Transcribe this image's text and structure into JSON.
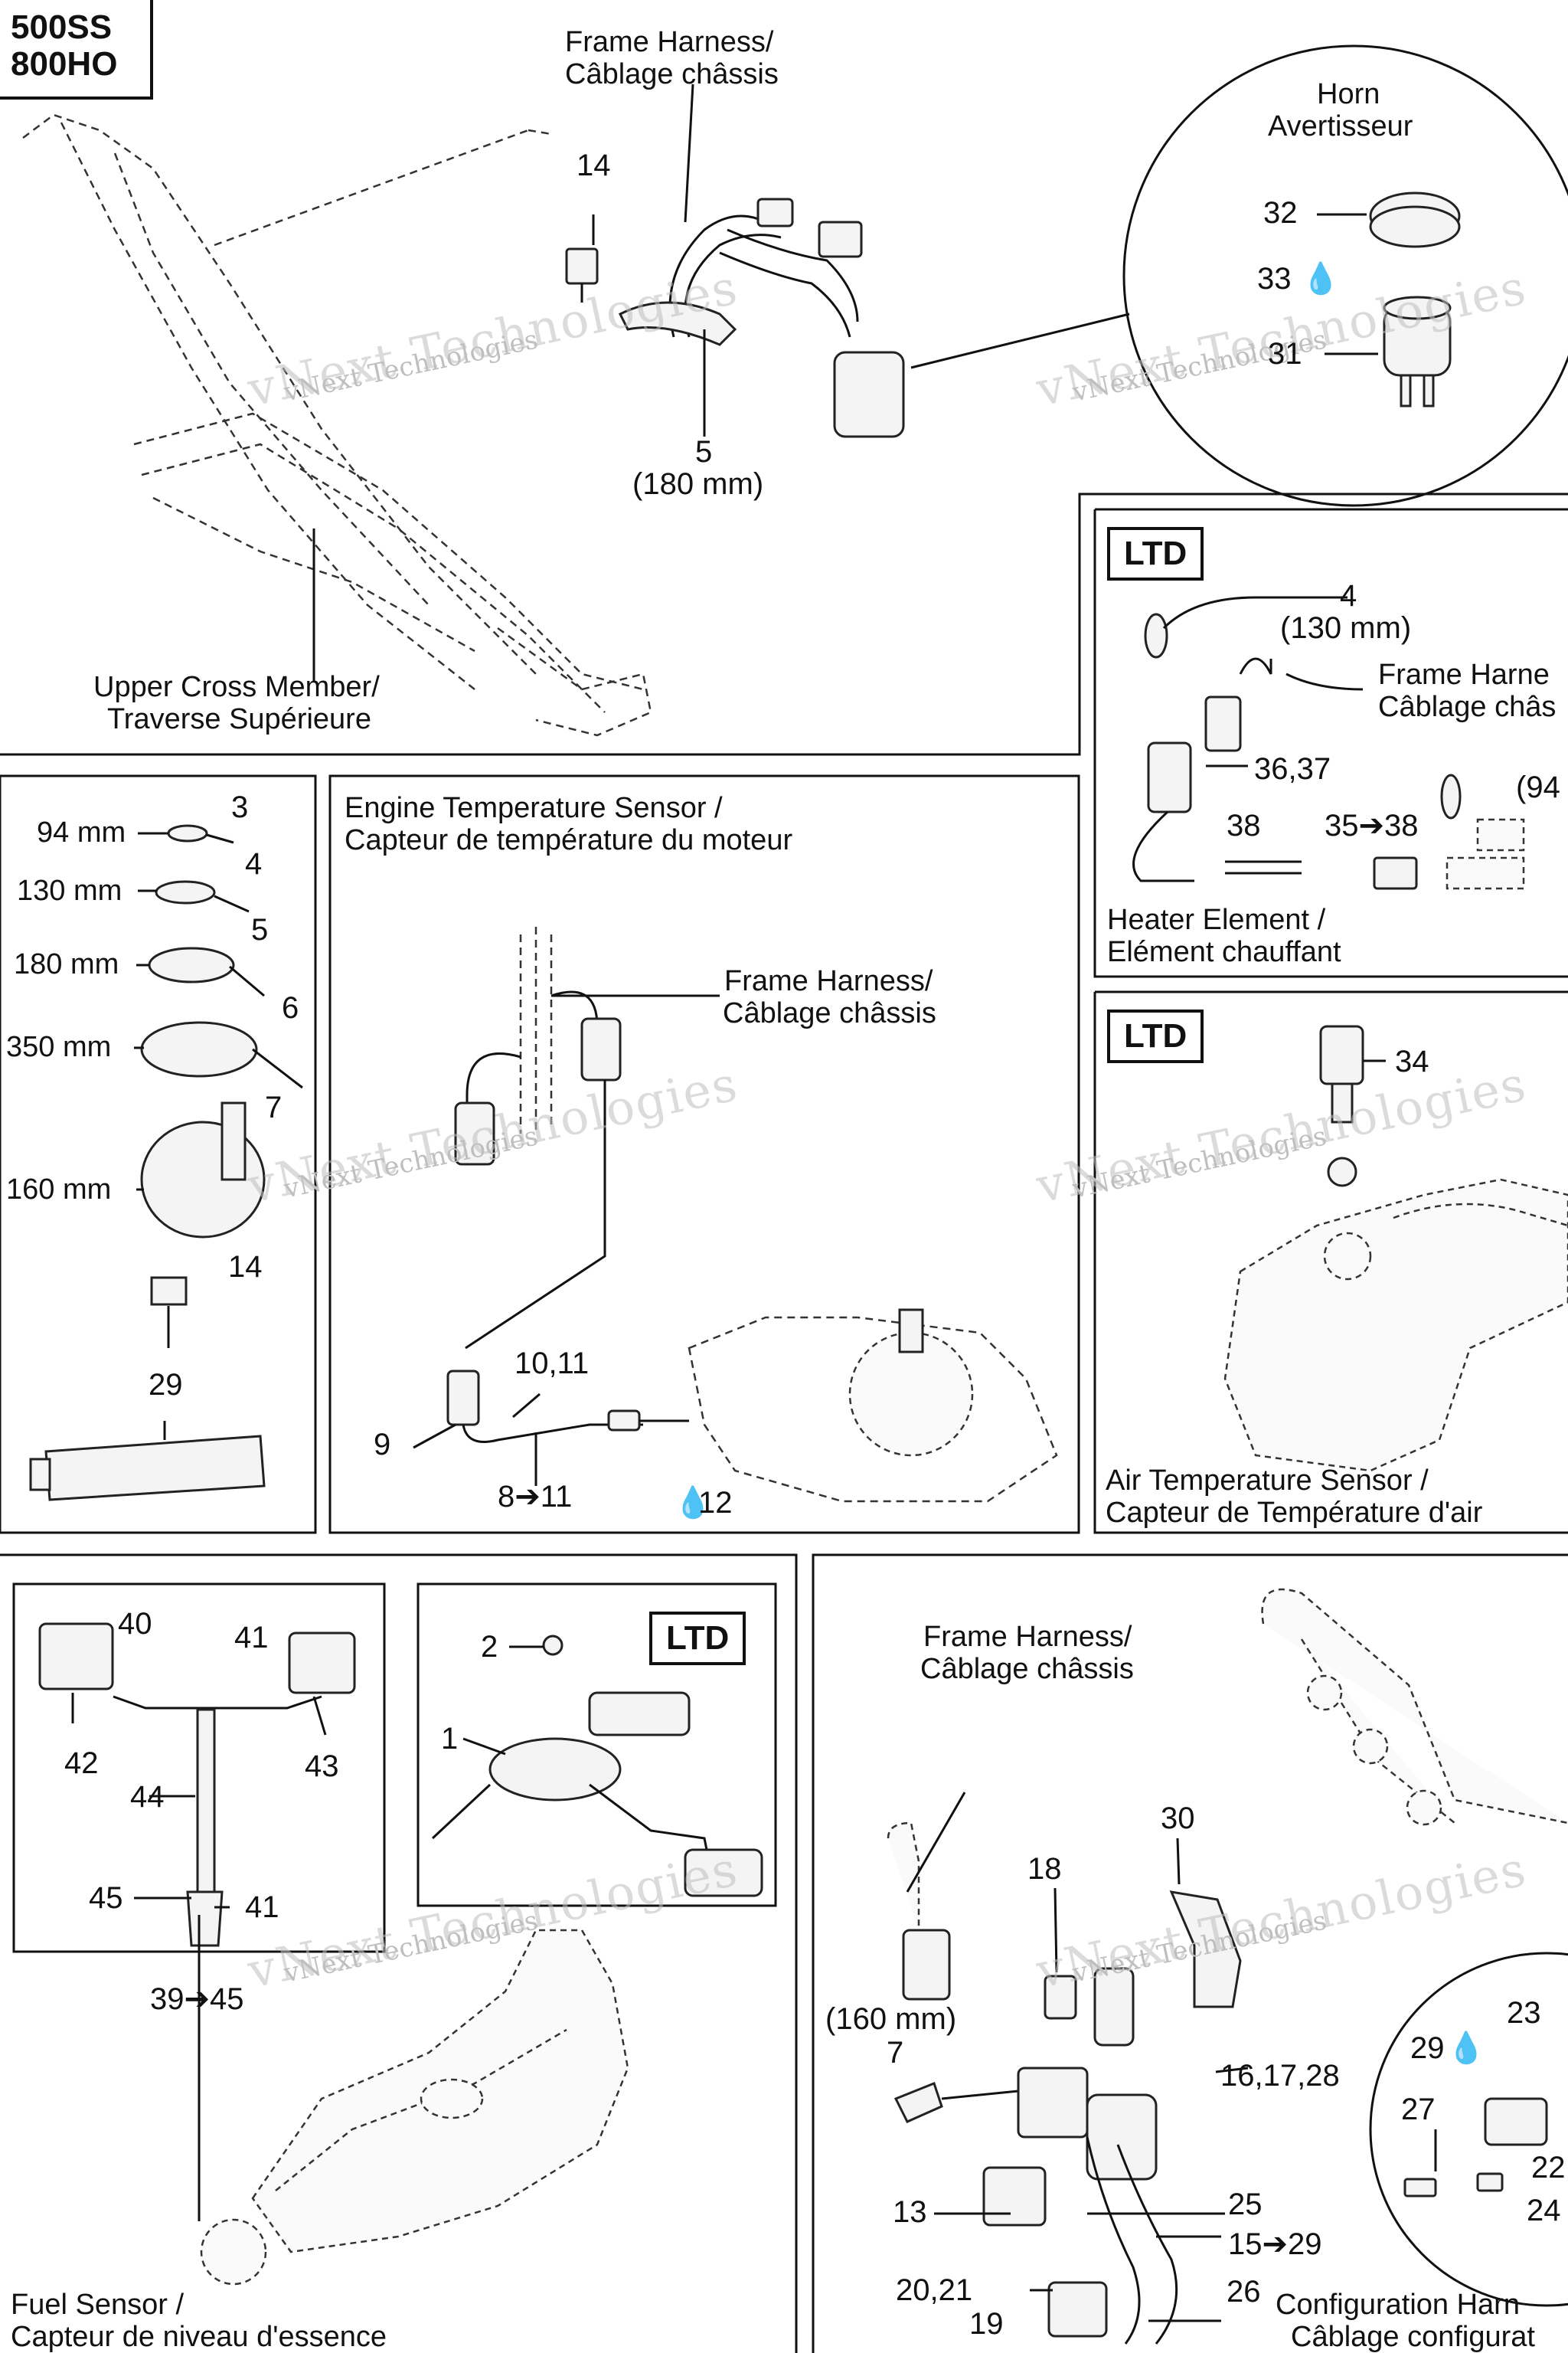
{
  "models": [
    "500SS",
    "800HO"
  ],
  "watermark": {
    "line1": "vNext Technologies",
    "line2": "vNext Technologies"
  },
  "top": {
    "frame_harness": [
      "Frame Harness/",
      "Câblage châssis"
    ],
    "horn": [
      "Horn",
      "Avertisseur"
    ],
    "upper_cross": [
      "Upper Cross Member/",
      "Traverse Supérieure"
    ],
    "c14": "14",
    "c5": "5",
    "c5_size": "(180 mm)",
    "c32": "32",
    "c33": "33",
    "c31": "31"
  },
  "ltd_heater": {
    "badge": "LTD",
    "c4": "4",
    "c4_size": "(130 mm)",
    "frame_harness": [
      "Frame Harne",
      "Câblage châs"
    ],
    "c3637": "36,37",
    "c94": "(94",
    "c38": "38",
    "c3538": "35➔38",
    "title": [
      "Heater Element /",
      "Elément chauffant"
    ]
  },
  "ties": {
    "c3": "3",
    "s3": "94 mm",
    "c4": "4",
    "s4": "130 mm",
    "c5": "5",
    "s5": "180 mm",
    "c6": "6",
    "s6": "350 mm",
    "c7": "7",
    "s7": "160 mm",
    "c14": "14",
    "c29": "29"
  },
  "engine_temp": {
    "title": [
      "Engine Temperature Sensor /",
      "Capteur de température du moteur"
    ],
    "frame_harness": [
      "Frame Harness/",
      "Câblage châssis"
    ],
    "c1011": "10,11",
    "c9": "9",
    "c811": "8➔11",
    "c12": "12"
  },
  "air_temp": {
    "badge": "LTD",
    "c34": "34",
    "title": [
      "Air Temperature Sensor /",
      "Capteur de Température d'air"
    ]
  },
  "fuel": {
    "c40": "40",
    "c41a": "41",
    "c42": "42",
    "c43": "43",
    "c44": "44",
    "c45": "45",
    "c41b": "41",
    "c3945": "39➔45",
    "badge": "LTD",
    "c2": "2",
    "c1": "1",
    "title": [
      "Fuel Sensor /",
      "Capteur de niveau d'essence"
    ]
  },
  "config": {
    "frame_harness": [
      "Frame Harness/",
      "Câblage châssis"
    ],
    "c30": "30",
    "c18": "18",
    "c7_size": "(160 mm)",
    "c7": "7",
    "c161728": "16,17,28",
    "c13": "13",
    "c25": "25",
    "c1529": "15➔29",
    "c2021": "20,21",
    "c19": "19",
    "c26": "26",
    "c23": "23",
    "c29": "29",
    "c27": "27",
    "c22": "22",
    "c24": "24",
    "title": [
      "Configuration Harn",
      "Câblage configurat"
    ]
  }
}
